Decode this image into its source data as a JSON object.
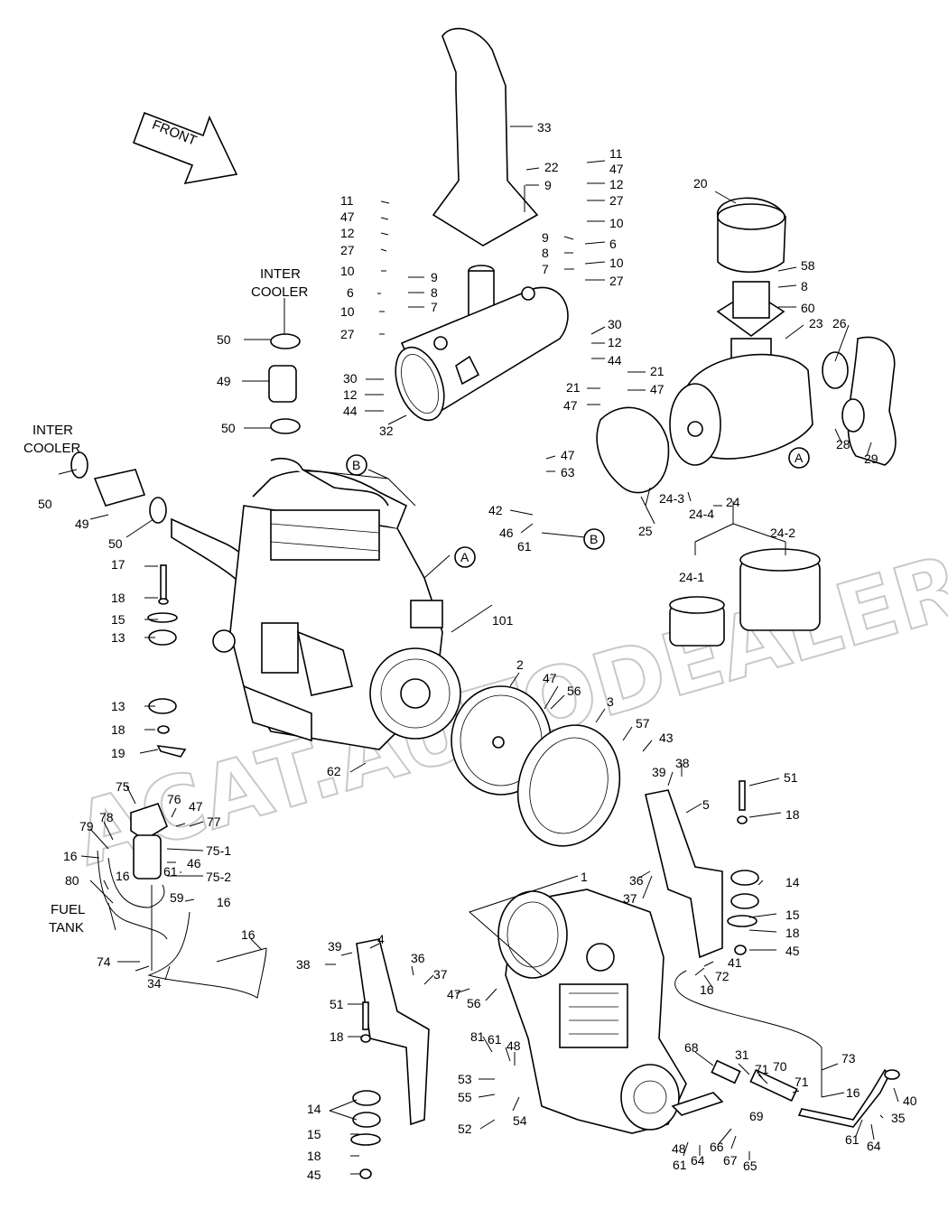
{
  "front_label": "FRONT",
  "watermark": "ACAT.AUTODEALER.RU",
  "group_labels": {
    "inter_cooler_top": [
      "INTER",
      "COOLER"
    ],
    "inter_cooler_left": [
      "INTER",
      "COOLER"
    ],
    "fuel_tank": [
      "FUEL",
      "TANK"
    ]
  },
  "callouts": {
    "c33": "33",
    "c22": "22",
    "c9a": "9",
    "c11a": "11",
    "c47a": "47",
    "c12a": "12",
    "c27a": "27",
    "c10a": "10",
    "c6a": "6",
    "c9b": "9",
    "c8a": "8",
    "c10b": "10",
    "c27b": "27",
    "c11b": "11",
    "c47b": "47",
    "c12b": "12",
    "c27c": "27",
    "c10c": "10",
    "c9c": "9",
    "c6b": "6",
    "c8b": "8",
    "c7a": "7",
    "c10d": "10",
    "c27d": "27",
    "c20": "20",
    "c58": "58",
    "c8c": "8",
    "c60": "60",
    "c23": "23",
    "c26": "26",
    "ic_top": "INTER",
    "c50a": "50",
    "c49a": "49",
    "c50b": "50",
    "c30a": "30",
    "c12c": "12",
    "c44a": "44",
    "c32": "32",
    "c30b": "30",
    "c12d": "12",
    "c44b": "44",
    "c21a": "21",
    "c47c": "47",
    "c21b": "21",
    "c47d": "47",
    "c28": "28",
    "c29": "29",
    "cA1": "A",
    "cB1": "B",
    "c47e": "47",
    "c63": "63",
    "c42": "42",
    "c46a": "46",
    "c61a": "61",
    "cB2": "B",
    "c243": "24-3",
    "c244": "24-4",
    "c24": "24",
    "c25": "25",
    "c242": "24-2",
    "c241": "24-1",
    "cA2": "A",
    "c50c": "50",
    "c49b": "49",
    "c50d": "50",
    "c17": "17",
    "c18a": "18",
    "c15a": "15",
    "c13a": "13",
    "c101": "101",
    "c13b": "13",
    "c18b": "18",
    "c19": "19",
    "c2": "2",
    "c47f": "47",
    "c56a": "56",
    "c3": "3",
    "c57": "57",
    "c43": "43",
    "c62": "62",
    "c38a": "38",
    "c39a": "39",
    "c75": "75",
    "c76": "76",
    "c47g": "47",
    "c77": "77",
    "c78": "78",
    "c79": "79",
    "c751": "75-1",
    "c16a": "16",
    "c46b": "46",
    "c61b": "61",
    "c752": "75-2",
    "c80": "80",
    "c16b": "16",
    "c59": "59",
    "c16c": "16",
    "c74": "74",
    "c34": "34",
    "c16d": "16",
    "c51a": "51",
    "c5": "5",
    "c18c": "18",
    "c36a": "36",
    "c37a": "37",
    "c14a": "14",
    "c15b": "15",
    "c18d": "18",
    "c45a": "45",
    "c1": "1",
    "c41": "41",
    "c72": "72",
    "c16e": "16",
    "c39b": "39",
    "c4": "4",
    "c38b": "38",
    "c36b": "36",
    "c37b": "37",
    "c47h": "47",
    "c56b": "56",
    "c51b": "51",
    "c18e": "18",
    "c81": "81",
    "c61c": "61",
    "c48a": "48",
    "c53": "53",
    "c55": "55",
    "c54": "54",
    "c52": "52",
    "c14b": "14",
    "c15c": "15",
    "c18f": "18",
    "c45b": "45",
    "c68": "68",
    "c31": "31",
    "c71a": "71",
    "c70": "70",
    "c73": "73",
    "c69": "69",
    "c71b": "71",
    "c16f": "16",
    "c40": "40",
    "c35": "35",
    "c61d": "61",
    "c64a": "64",
    "c48b": "48",
    "c61e": "61",
    "c64b": "64",
    "c66": "66",
    "c67": "67",
    "c65": "65"
  }
}
